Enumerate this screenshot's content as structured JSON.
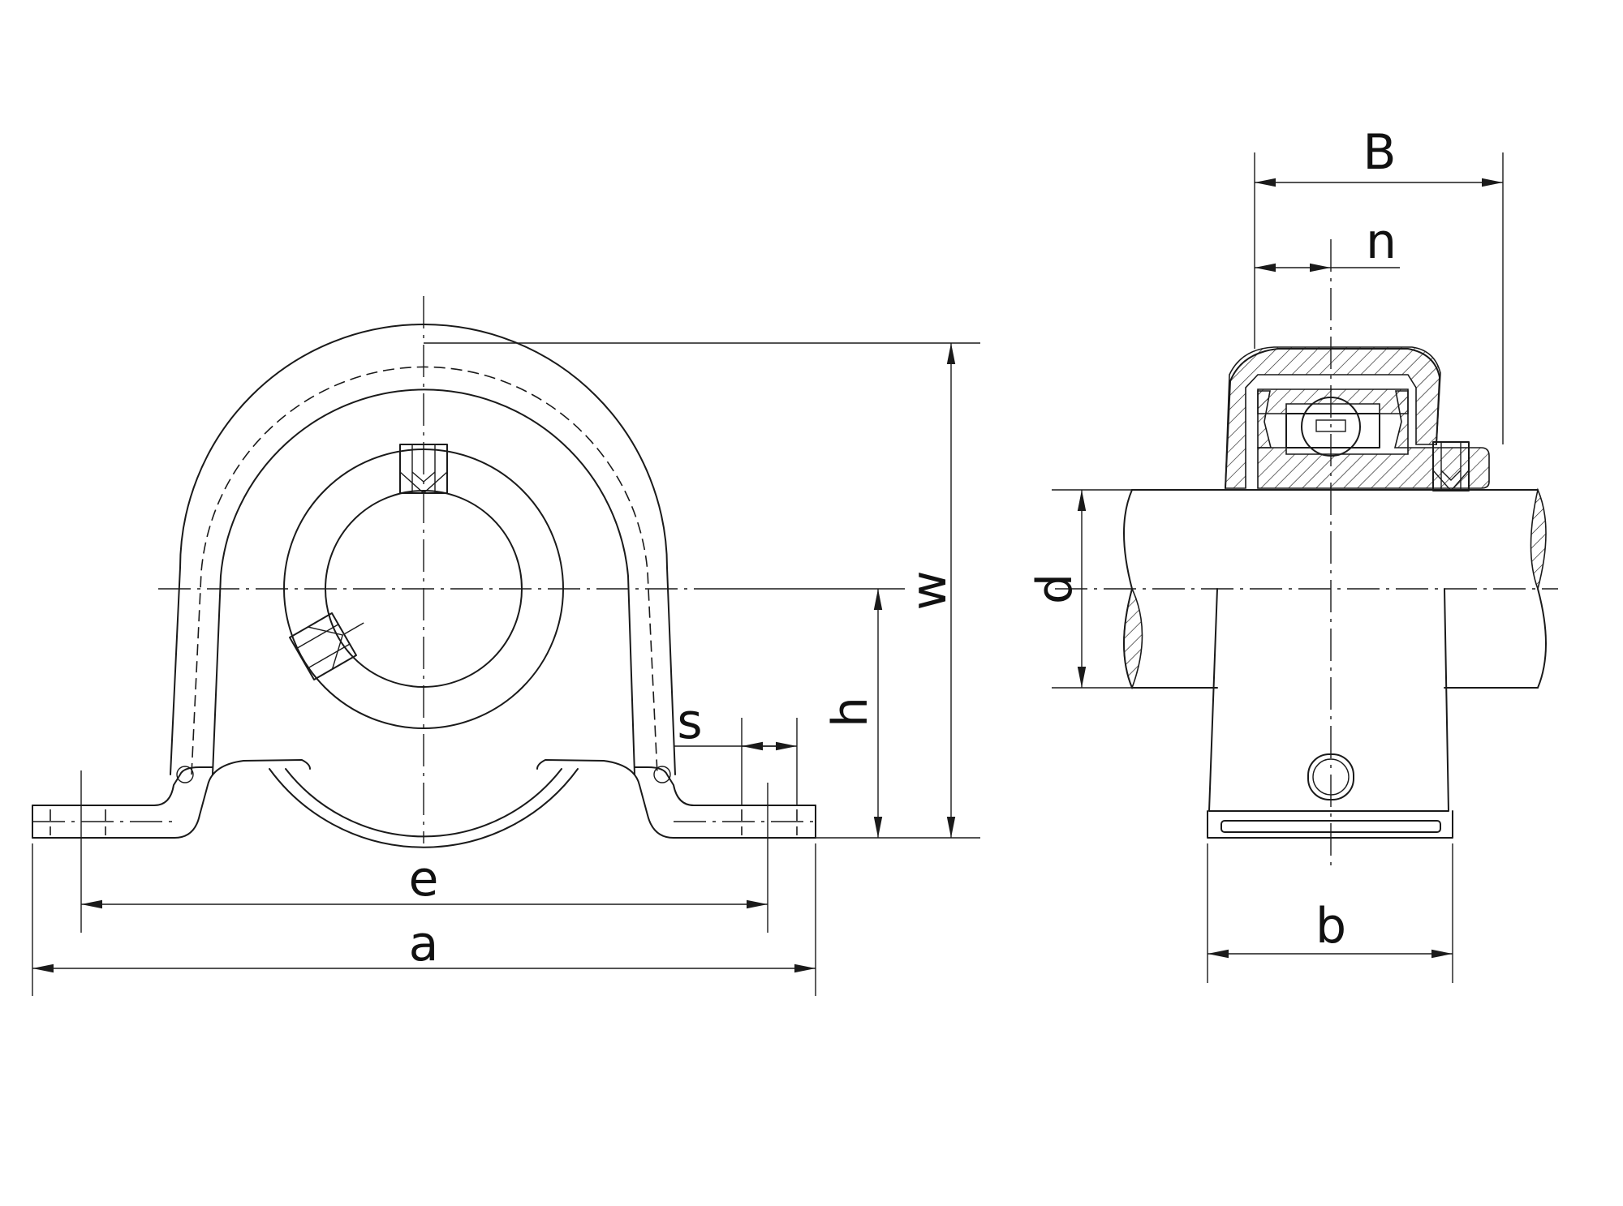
{
  "diagram": {
    "labels": {
      "e": "e",
      "a": "a",
      "w": "w",
      "h": "h",
      "s": "s",
      "d": "d",
      "b": "b",
      "B": "B",
      "n": "n"
    }
  }
}
